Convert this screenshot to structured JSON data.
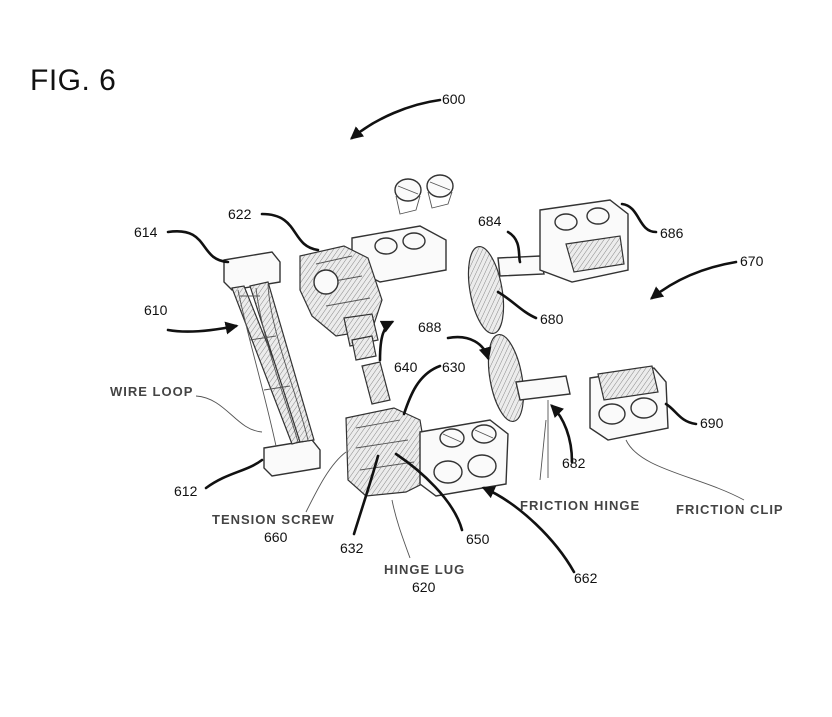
{
  "figure": {
    "title": "FIG. 6"
  },
  "refs": {
    "r600": "600",
    "r610": "610",
    "r612": "612",
    "r614": "614",
    "r620": "620",
    "r622": "622",
    "r630": "630",
    "r632": "632",
    "r640": "640",
    "r650": "650",
    "r660": "660",
    "r662": "662",
    "r670": "670",
    "r680": "680",
    "r682": "682",
    "r684": "684",
    "r686": "686",
    "r688": "688",
    "r690": "690"
  },
  "captions": {
    "wire_loop": "WIRE LOOP",
    "tension_screw": "TENSION SCREW",
    "hinge_lug": "HINGE LUG",
    "friction_hinge": "FRICTION HINGE",
    "friction_clip": "FRICTION CLIP"
  }
}
